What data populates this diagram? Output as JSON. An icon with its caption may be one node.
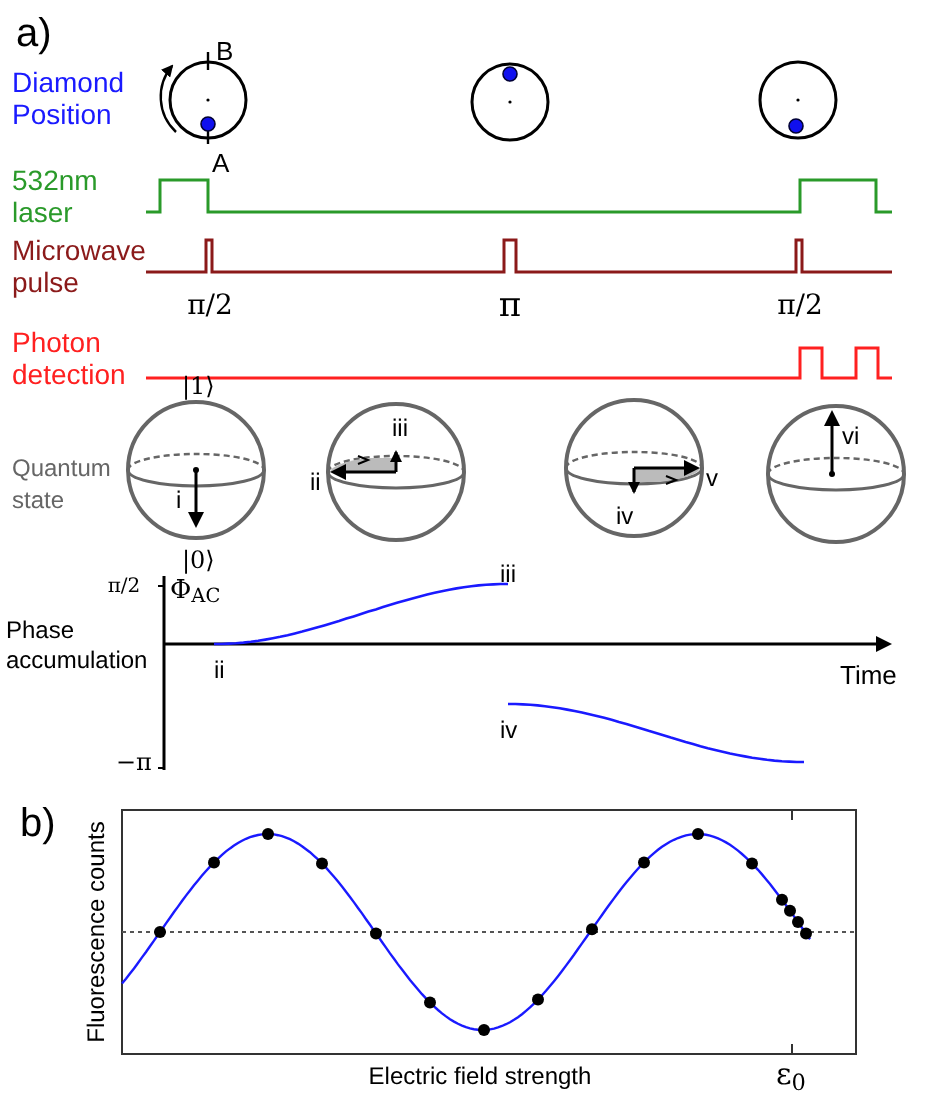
{
  "diagram": {
    "labels": [
      "a)",
      "B",
      "Diamond Position",
      "A",
      "532nm laser",
      "Microwave pulse",
      "π/2",
      "π",
      "π/2",
      "Photon detection",
      "|1⟩",
      "iii",
      "Quantum state",
      "ii",
      "v",
      "i",
      "iv",
      "vi",
      "|0⟩",
      "π/2",
      "Φ$_{AC}$",
      "iii",
      "Phase accumulation",
      "ii",
      "Time",
      "iv",
      "−π",
      "b)",
      "Fluorescence counts",
      "Electric field strength",
      "ε$_{0}$"
    ]
  }
}
